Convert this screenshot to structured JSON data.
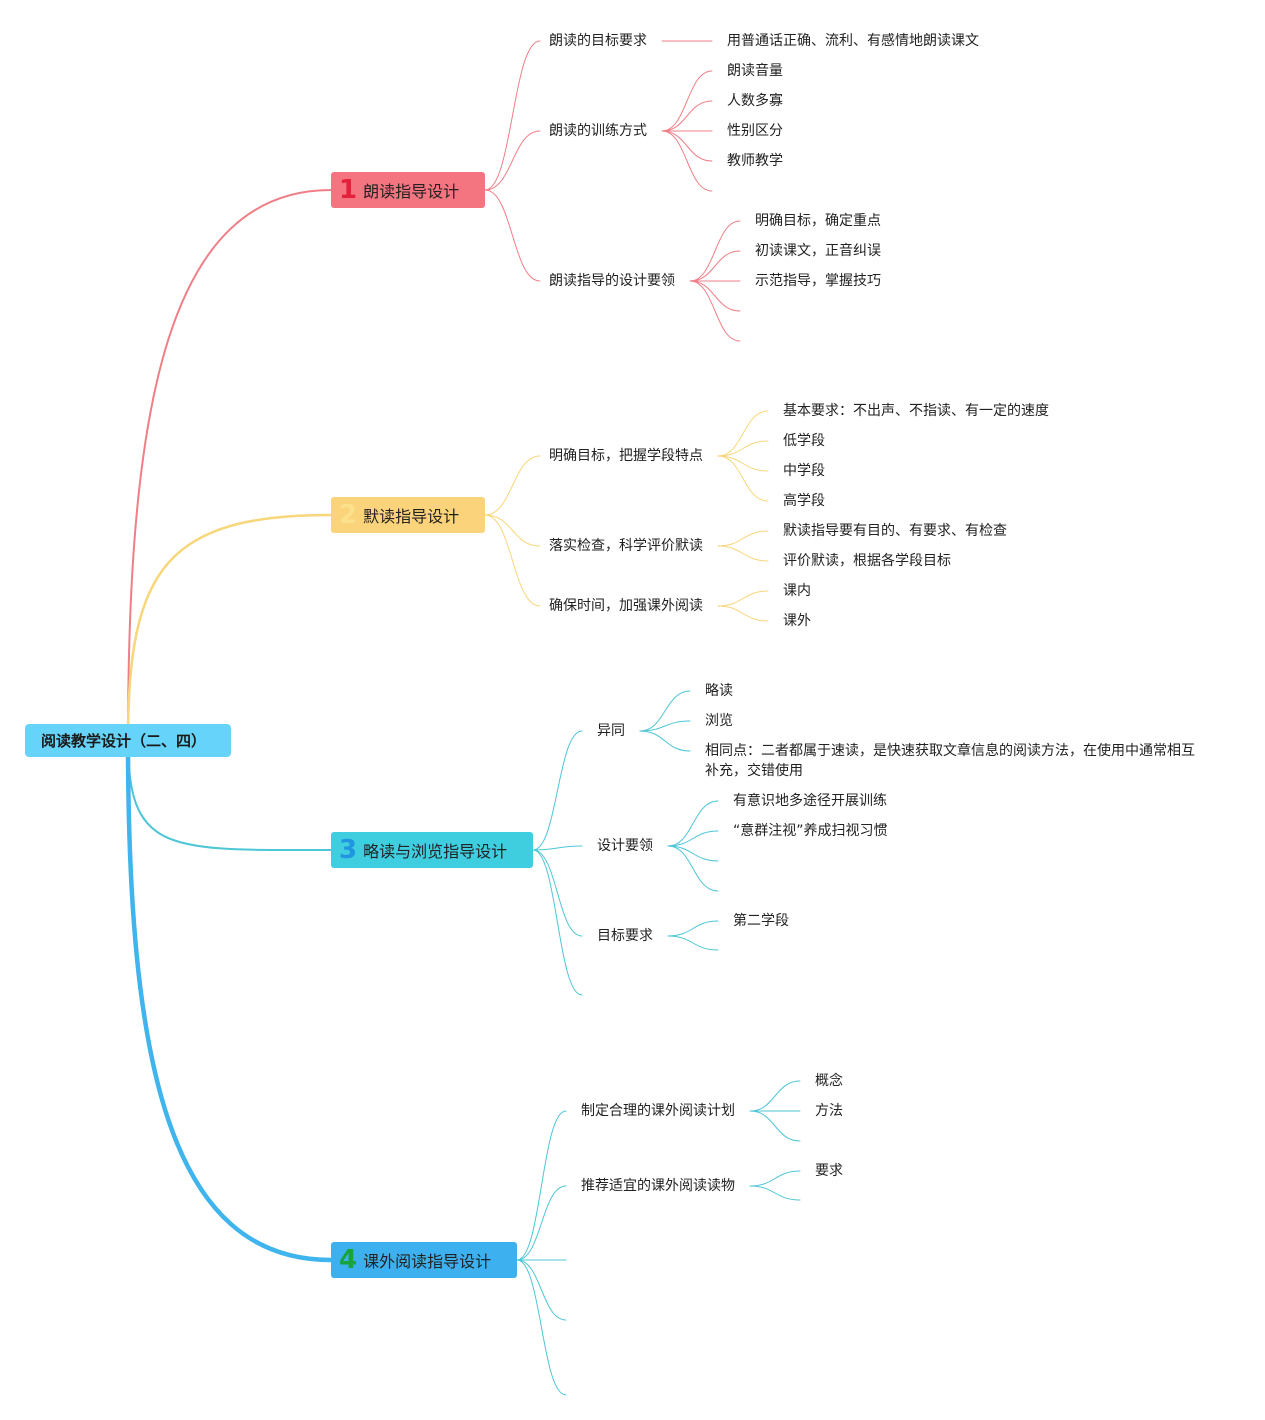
{
  "root": {
    "label": "阅读教学设计（二、四）"
  },
  "colors": {
    "red": "#ef7f87",
    "yellow": "#f8d67a",
    "cyan": "#4dc6d6",
    "blue": "#40b4ec",
    "box_red": "#f47480",
    "box_yellow": "#fad37a",
    "box_cyan": "#3fcde0",
    "box_blue": "#3db1ef",
    "num_red": "#e5203a",
    "num_yellow": "#fbe18c",
    "num_cyan": "#2196e0",
    "num_blue": "#1aa33a"
  },
  "branches": [
    {
      "num": "1",
      "label": "朗读指导设计",
      "children": [
        {
          "label": "朗读的目标要求",
          "children": [
            "用普通话正确、流利、有感情地朗读课文"
          ]
        },
        {
          "label": "朗读的训练方式",
          "children": [
            "朗读音量",
            "人数多寡",
            "性别区分",
            "教师教学",
            ""
          ]
        },
        {
          "label": "朗读指导的设计要领",
          "children": [
            "明确目标，确定重点",
            "初读课文，正音纠误",
            "示范指导，掌握技巧",
            "",
            ""
          ]
        }
      ]
    },
    {
      "num": "2",
      "label": "默读指导设计",
      "children": [
        {
          "label": "明确目标，把握学段特点",
          "children": [
            "基本要求：不出声、不指读、有一定的速度",
            "低学段",
            "中学段",
            "高学段"
          ]
        },
        {
          "label": "落实检查，科学评价默读",
          "children": [
            "默读指导要有目的、有要求、有检查",
            "评价默读，根据各学段目标"
          ]
        },
        {
          "label": "确保时间，加强课外阅读",
          "children": [
            "课内",
            "课外"
          ]
        }
      ]
    },
    {
      "num": "3",
      "label": "略读与浏览指导设计",
      "children": [
        {
          "label": "异同",
          "children": [
            "略读",
            "浏览",
            "相同点：二者都属于速读，是快速获取文章信息的阅读方法，在使用中通常相互补充，交错使用"
          ]
        },
        {
          "label": "设计要领",
          "children": [
            "有意识地多途径开展训练",
            "“意群注视”养成扫视习惯",
            "",
            ""
          ]
        },
        {
          "label": "目标要求",
          "children": [
            "第二学段",
            ""
          ]
        },
        {
          "label": "",
          "children": []
        }
      ]
    },
    {
      "num": "4",
      "label": "课外阅读指导设计",
      "children": [
        {
          "label": "制定合理的课外阅读计划",
          "children": [
            "概念",
            "方法",
            ""
          ]
        },
        {
          "label": "推荐适宜的课外阅读读物",
          "children": [
            "要求",
            ""
          ]
        },
        {
          "label": "",
          "children": []
        },
        {
          "label": "",
          "children": []
        },
        {
          "label": "",
          "children": []
        }
      ]
    }
  ]
}
